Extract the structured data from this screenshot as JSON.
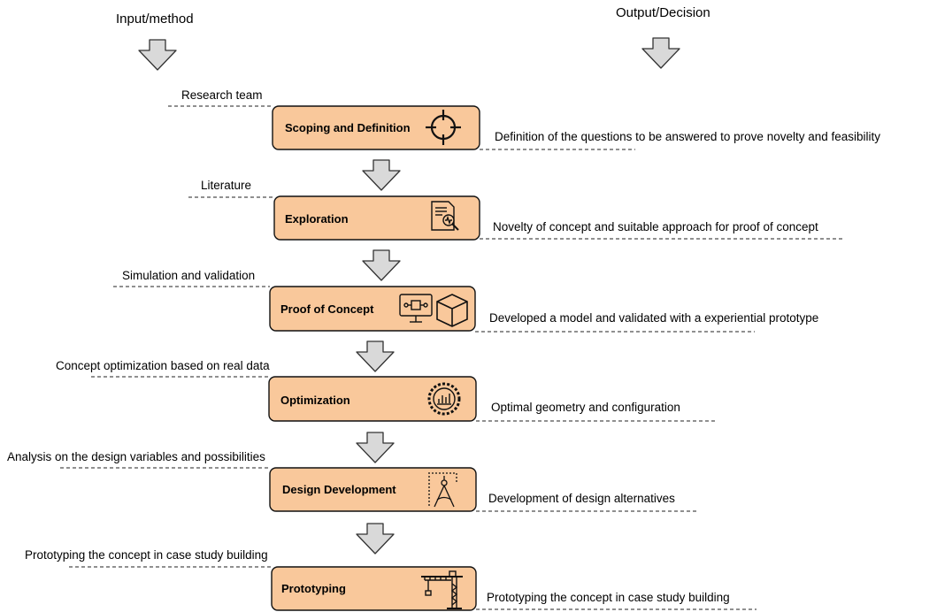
{
  "headers": {
    "input": "Input/method",
    "output": "Output/Decision"
  },
  "stages": [
    {
      "title": "Scoping and Definition",
      "input": "Research team",
      "output": "Definition of the questions to be answered to prove novelty and feasibility",
      "icon": "crosshair-target-icon"
    },
    {
      "title": "Exploration",
      "input": "Literature",
      "output": "Novelty of concept and suitable approach for proof of concept",
      "icon": "document-search-icon"
    },
    {
      "title": "Proof of Concept",
      "input": "Simulation and validation",
      "output": "Developed a model and validated with a experiential prototype",
      "icon": "monitor-cube-icon"
    },
    {
      "title": "Optimization",
      "input": "Concept optimization based on real data",
      "output": "Optimal geometry and configuration",
      "icon": "gear-chart-icon"
    },
    {
      "title": "Design Development",
      "input": "Analysis on the design variables and possibilities",
      "output": "Development of design alternatives",
      "icon": "drafting-compass-icon"
    },
    {
      "title": "Prototyping",
      "input": "Prototyping the concept in case study building",
      "output": "Prototyping the concept in case study building",
      "icon": "construction-crane-icon"
    }
  ],
  "colors": {
    "stage_fill": "#F9C89B",
    "stage_stroke": "#111111",
    "arrow_fill": "#D9D9D9",
    "arrow_stroke": "#333333"
  }
}
